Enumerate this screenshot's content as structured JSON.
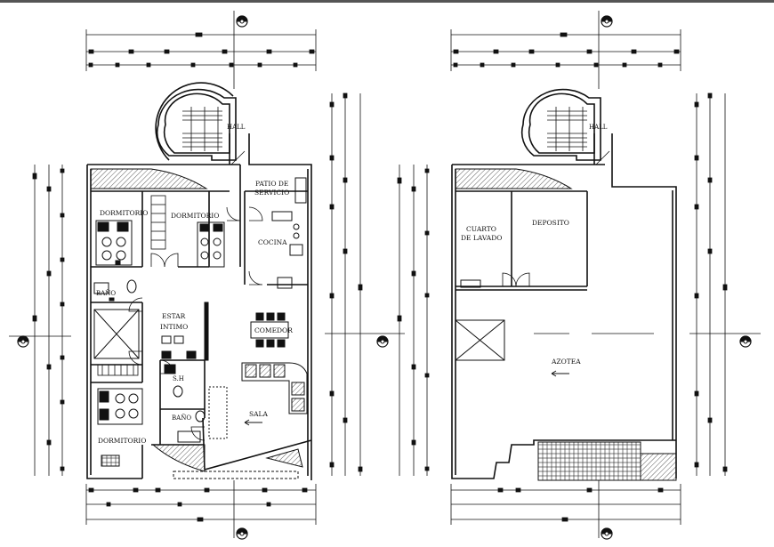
{
  "plan_left": {
    "rooms": {
      "dormitorio_1": "DORMITORIO",
      "dormitorio_2": "DORMITORIO",
      "patio_line1": "PATIO DE",
      "patio_line2": "SERVICIO",
      "cocina": "COCINA",
      "bano_1": "BAÑO",
      "estar_line1": "ESTAR",
      "estar_line2": "INTIMO",
      "comedor": "COMEDOR",
      "sh": "S.H",
      "bano_2": "BAÑO",
      "sala": "SALA",
      "dormitorio_3": "DORMITORIO",
      "hall": "HALL"
    }
  },
  "plan_right": {
    "rooms": {
      "hall": "HALL",
      "cuarto_line1": "CUARTO",
      "cuarto_line2": "DE LAVADO",
      "deposito": "DEPOSITO",
      "azotea": "AZOTEA"
    }
  },
  "colors": {
    "line": "#111111",
    "hatch": "#333333",
    "header_bar": "#555555"
  },
  "icons": [
    "north-marker-icon",
    "section-marker-icon",
    "stairs-icon",
    "bed-icon",
    "table-icon",
    "sofa-icon",
    "toilet-icon",
    "water-tank-icon"
  ]
}
